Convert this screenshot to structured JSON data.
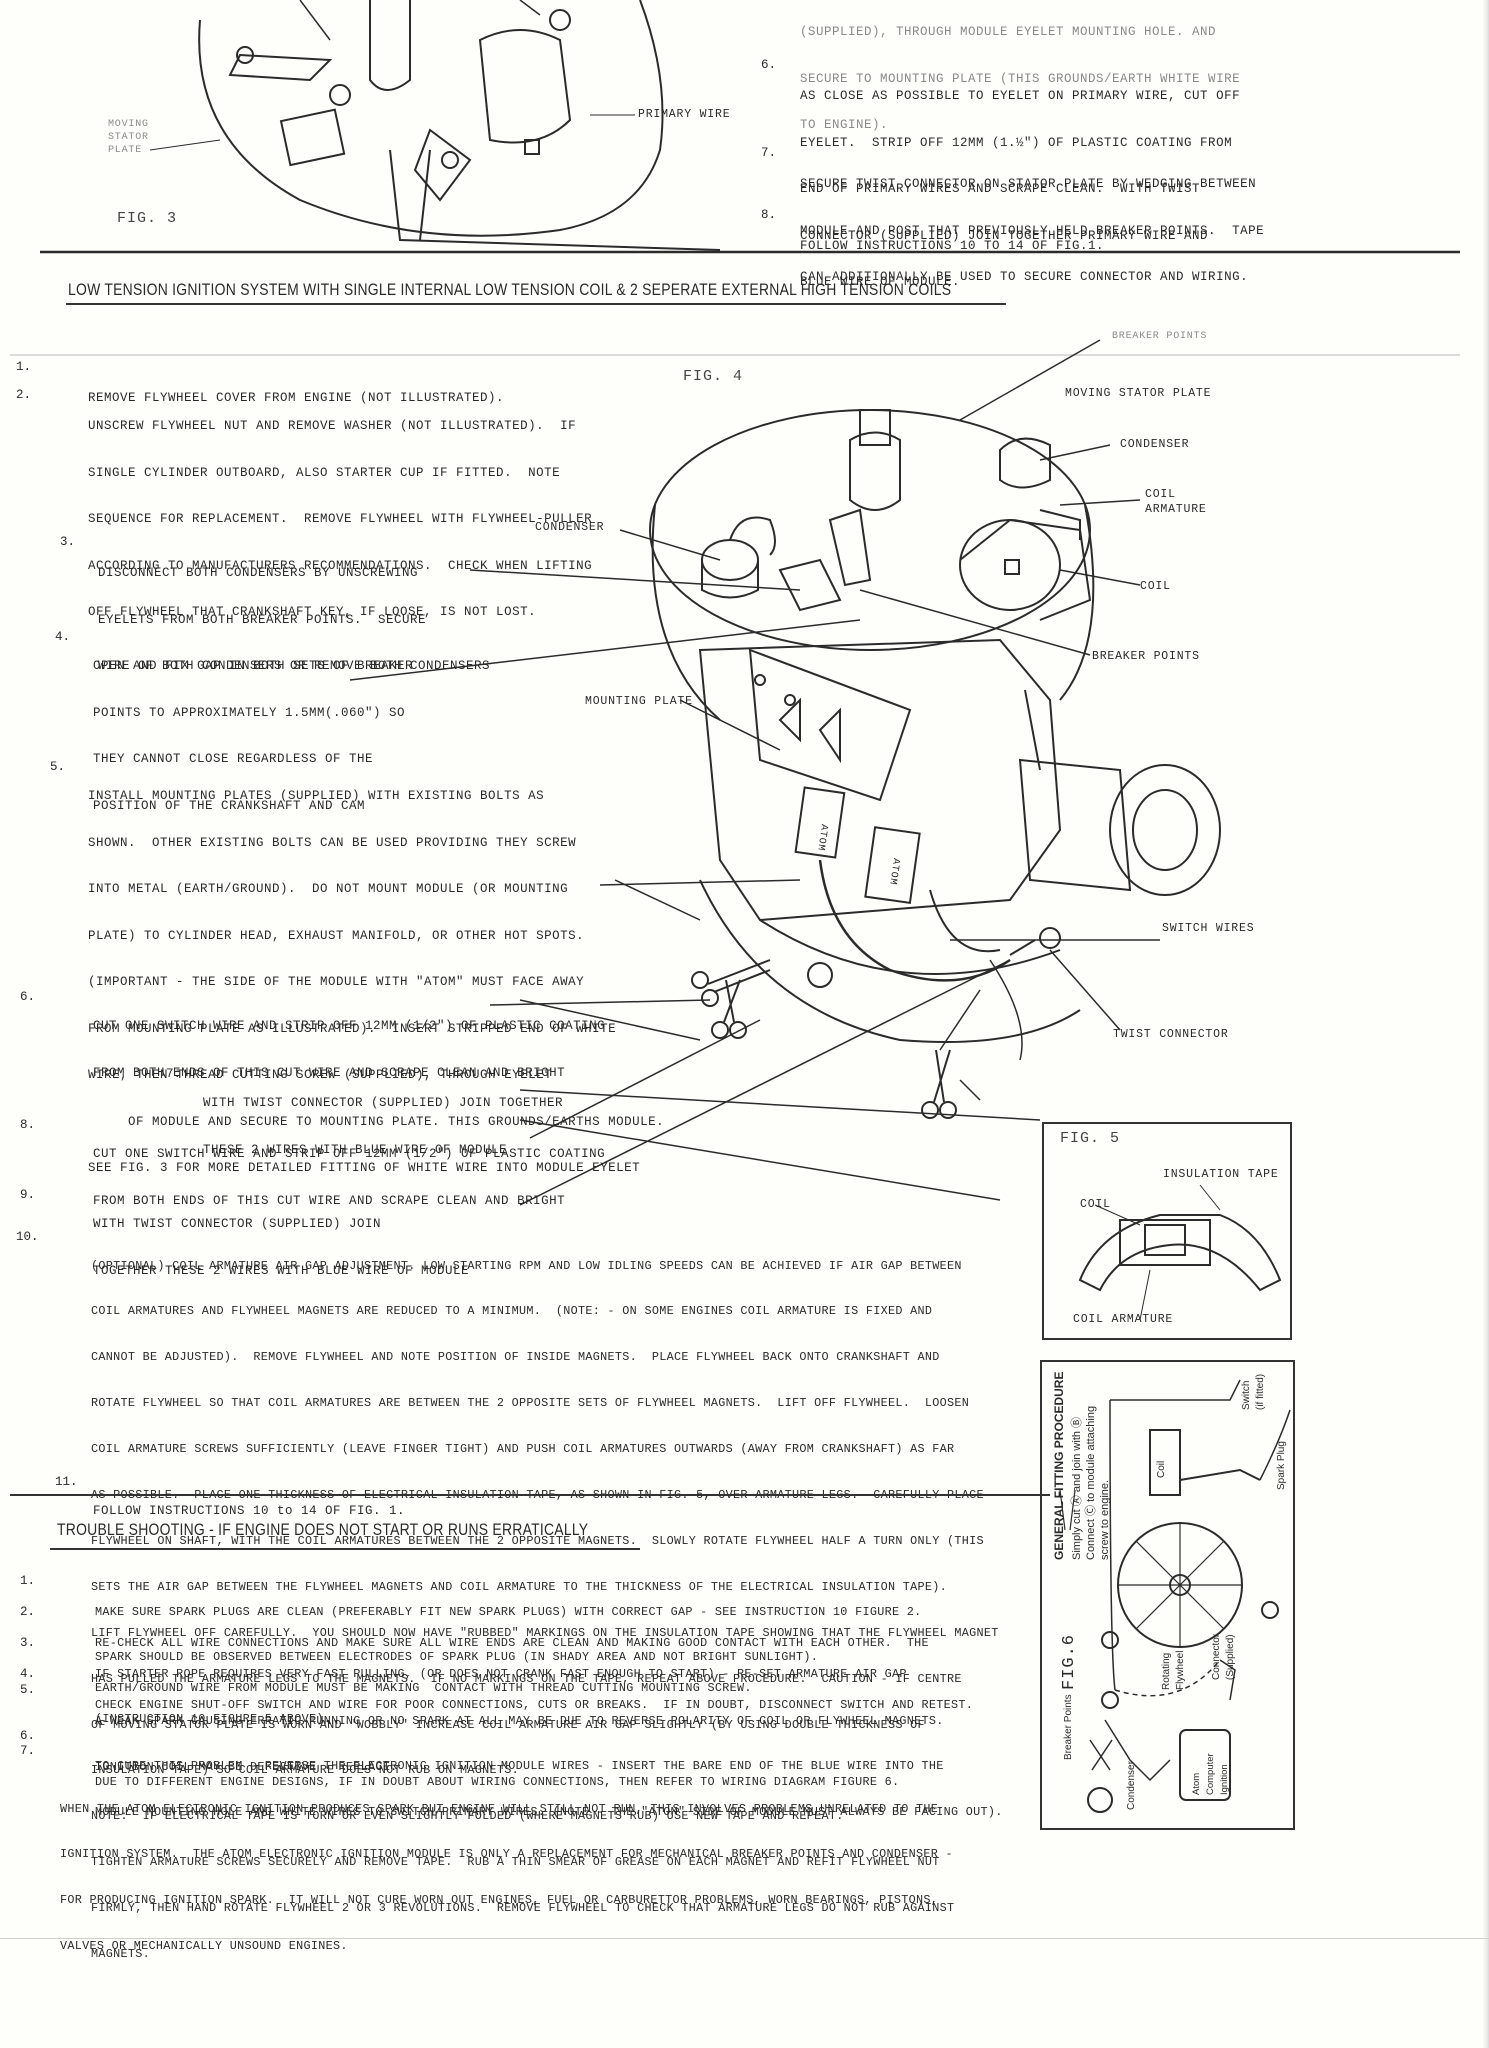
{
  "top": {
    "steps": [
      {
        "num": "",
        "lines": [
          "(SUPPLIED), THROUGH MODULE EYELET MOUNTING HOLE. AND",
          "SECURE TO MOUNTING PLATE (THIS GROUNDS/EARTH WHITE WIRE",
          "TO ENGINE)."
        ]
      },
      {
        "num": "6.",
        "lines": [
          "AS CLOSE AS POSSIBLE TO EYELET ON PRIMARY WIRE, CUT OFF",
          "EYELET.  STRIP OFF 12MM (1.½\") OF PLASTIC COATING FROM",
          "END OF PRIMARY WIRES AND SCRAPE CLEAN.  WITH TWIST",
          "CONNECTOR (SUPPLIED) JOIN TOGETHER PRIMARY WIRE AND",
          "BLUE WIRE OF MODULE."
        ]
      },
      {
        "num": "7.",
        "lines": [
          "SECURE TWIST CONNECTOR ON STATOR PLATE BY WEDGING BETWEEN",
          "MODULE AND POST THAT PREVIOUSLY HELD BREAKER POINTS.  TAPE",
          "CAN ADDITIONALLY BE USED TO SECURE CONNECTOR AND WIRING."
        ]
      },
      {
        "num": "8.",
        "lines": [
          "FOLLOW INSTRUCTIONS 10 TO 14 OF FIG.1."
        ]
      }
    ],
    "fig3": {
      "caption": "FIG. 3",
      "moving_stator": "MOVING\nSTATOR\nPLATE",
      "primary_wire": "PRIMARY WIRE"
    }
  },
  "section1": {
    "heading": "LOW TENSION IGNITION SYSTEM WITH SINGLE INTERNAL LOW TENSION COIL & 2 SEPERATE EXTERNAL HIGH TENSION COILS",
    "steps": [
      {
        "num": "1.",
        "lines": [
          "REMOVE FLYWHEEL COVER FROM ENGINE (NOT ILLUSTRATED)."
        ]
      },
      {
        "num": "2.",
        "lines": [
          "UNSCREW FLYWHEEL NUT AND REMOVE WASHER (NOT ILLUSTRATED).  IF",
          "SINGLE CYLINDER OUTBOARD, ALSO STARTER CUP IF FITTED.  NOTE",
          "SEQUENCE FOR REPLACEMENT.  REMOVE FLYWHEEL WITH FLYWHEEL-PULLER",
          "ACCORDING TO MANUFACTURERS RECOMMENDATIONS.  CHECK WHEN LIFTING",
          "OFF FLYWHEEL THAT CRANKSHAFT KEY, IF LOOSE, IS NOT LOST."
        ]
      },
      {
        "num": "3.",
        "lines": [
          "DISCONNECT BOTH CONDENSERS BY UNSCREWING",
          "EYELETS FROM BOTH BREAKER POINTS.  SECURE",
          "WIRE OF BOTH CONDENSERS OR REMOVE BOTH CONDENSERS"
        ]
      },
      {
        "num": "4.",
        "lines": [
          "OPEN AND FIX GAP IN BOTH SETS OF BREAKER",
          "POINTS TO APPROXIMATELY 1.5MM(.060\") SO",
          "THEY CANNOT CLOSE REGARDLESS OF THE",
          "POSITION OF THE CRANKSHAFT AND CAM"
        ]
      },
      {
        "num": "5.",
        "lines": [
          "INSTALL MOUNTING PLATES (SUPPLIED) WITH EXISTING BOLTS AS",
          "SHOWN.  OTHER EXISTING BOLTS CAN BE USED PROVIDING THEY SCREW",
          "INTO METAL (EARTH/GROUND).  DO NOT MOUNT MODULE (OR MOUNTING",
          "PLATE) TO CYLINDER HEAD, EXHAUST MANIFOLD, OR OTHER HOT SPOTS.",
          "(IMPORTANT - THE SIDE OF THE MODULE WITH \"ATOM\" MUST FACE AWAY",
          "FROM MOUNTING PLATE AS ILLUSTRATED).  INSERT STRIPPED END OF WHITE",
          "WIRE, THEN THREAD CUTTING SCREW (SUPPLIED), THROUGH EYELET",
          "     OF MODULE AND SECURE TO MOUNTING PLATE. THIS GROUNDS/EARTHS MODULE.",
          "SEE FIG. 3 FOR MORE DETAILED FITTING OF WHITE WIRE INTO MODULE EYELET"
        ]
      },
      {
        "num": "6.",
        "lines": [
          "CUT ONE SWITCH WIRE AND STRIP OFF 12MM (1/2\") OF PLASTIC COATING",
          "FROM BOTH ENDS OF THIS CUT WIRE AND SCRAPE CLEAN AND BRIGHT"
        ]
      },
      {
        "num": "7.",
        "lines": [
          "WITH TWIST CONNECTOR (SUPPLIED) JOIN TOGETHER",
          "THESE 2 WIRES WITH BLUE WIRE OF MODULE"
        ]
      },
      {
        "num": "8.",
        "lines": [
          "CUT ONE SWITCH WIRE AND STRIP OFF 12MM (1/2\") OF PLASTIC COATING",
          "FROM BOTH ENDS OF THIS CUT WIRE AND SCRAPE CLEAN AND BRIGHT"
        ]
      },
      {
        "num": "9.",
        "lines": [
          "WITH TWIST CONNECTOR (SUPPLIED) JOIN",
          "TOGETHER THESE 2 WIRES WITH BLUE WIRE OF MODULE"
        ]
      },
      {
        "num": "10.",
        "lines": [
          "(OPTIONAL) COIL ARMATURE AIR GAP ADJUSTMENT. LOW STARTING RPM AND LOW IDLING SPEEDS CAN BE ACHIEVED IF AIR GAP BETWEEN",
          "COIL ARMATURES AND FLYWHEEL MAGNETS ARE REDUCED TO A MINIMUM.  (NOTE: - ON SOME ENGINES COIL ARMATURE IS FIXED AND",
          "CANNOT BE ADJUSTED).  REMOVE FLYWHEEL AND NOTE POSITION OF INSIDE MAGNETS.  PLACE FLYWHEEL BACK ONTO CRANKSHAFT AND",
          "ROTATE FLYWHEEL SO THAT COIL ARMATURES ARE BETWEEN THE 2 OPPOSITE SETS OF FLYWHEEL MAGNETS.  LIFT OFF FLYWHEEL.  LOOSEN",
          "COIL ARMATURE SCREWS SUFFICIENTLY (LEAVE FINGER TIGHT) AND PUSH COIL ARMATURES OUTWARDS (AWAY FROM CRANKSHAFT) AS FAR",
          "AS POSSIBLE.  PLACE ONE THICKNESS OF ELECTRICAL INSULATION TAPE, AS SHOWN IN FIG. 5, OVER ARMATURE LEGS.  CAREFULLY PLACE",
          "FLYWHEEL ON SHAFT, WITH THE COIL ARMATURES BETWEEN THE 2 OPPOSITE MAGNETS.  SLOWLY ROTATE FLYWHEEL HALF A TURN ONLY (THIS",
          "SETS THE AIR GAP BETWEEN THE FLYWHEEL MAGNETS AND COIL ARMATURE TO THE THICKNESS OF THE ELECTRICAL INSULATION TAPE).",
          "LIFT FLYWHEEL OFF CAREFULLY.  YOU SHOULD NOW HAVE \"RUBBED\" MARKINGS ON THE INSULATION TAPE SHOWING THAT THE FLYWHEEL MAGNET",
          "HAS PULLED THE ARMATURE LEGS TO THE MAGNETS.  IF NO MARKINGS ON THE TAPE, REPEAT ABOVE PROCEDURE.  CAUTION - IF CENTRE",
          "OF MOVING STATOR PLATE IS WORN AND \"WOBBLY\" INCREASE COIL ARMATURE AIR GAP SLIGHTLY (BY USING DOUBLE THICKNESS OF",
          "INSULATION TAPE) SO COIL ARMATURE DOES NOT RUB ON MAGNETS.",
          "NOTE:  IF ELECTRICAL TAPE IS TORN OR EVEN SLIGHTLY FOLDED (WHERE MAGNETS RUB) USE NEW TAPE AND REPEAT.",
          "TIGHTEN ARMATURE SCREWS SECURELY AND REMOVE TAPE.  RUB A THIN SMEAR OF GREASE ON EACH MAGNET AND REFIT FLYWHEEL NUT",
          "FIRMLY, THEN HAND ROTATE FLYWHEEL 2 OR 3 REVOLUTIONS.  REMOVE FLYWHEEL TO CHECK THAT ARMATURE LEGS DO NOT RUB AGAINST",
          "MAGNETS."
        ]
      },
      {
        "num": "11.",
        "lines": [
          "FOLLOW INSTRUCTIONS 10 to 14 OF FIG. 1."
        ]
      }
    ]
  },
  "fig4": {
    "caption": "FIG. 4",
    "labels": {
      "breaker_points_top": "BREAKER POINTS",
      "moving_stator_plate": "MOVING STATOR PLATE",
      "condenser_right": "CONDENSER",
      "coil_armature": "COIL\nARMATURE",
      "coil": "COIL",
      "condenser_left": "CONDENSER",
      "breaker_points": "BREAKER POINTS",
      "mounting_plate": "MOUNTING PLATE",
      "switch_wires": "SWITCH WIRES",
      "twist_connector": "TWIST CONNECTOR",
      "atom": "ATOM"
    }
  },
  "fig5": {
    "caption": "FIG. 5",
    "insulation_tape": "INSULATION TAPE",
    "coil": "COIL",
    "coil_armature": "COIL ARMATURE"
  },
  "fig6": {
    "caption": "FIG.6",
    "title": "GENERAL FITTING PROCEDURE",
    "instructions": "Simply cut Ⓐ and join with Ⓑ\nConnect Ⓒ to module attaching\nscrew to engine.",
    "labels": {
      "switch": "Switch\n(if fitted)",
      "spark_plug": "Spark Plug",
      "coil": "Coil",
      "rotating_flywheel": "Rotating\nFlywheel",
      "connector": "Connector\n(Supplied)",
      "breaker_points": "Breaker Points",
      "condenser": "Condenser",
      "atom": "Atom\nComputer\nIgnition"
    }
  },
  "trouble": {
    "heading": "TROUBLE SHOOTING - IF ENGINE DOES NOT START OR RUNS ERRATICALLY",
    "items": [
      {
        "num": "1.",
        "lines": [
          "MAKE SURE SPARK PLUGS ARE CLEAN (PREFERABLY FIT NEW SPARK PLUGS) WITH CORRECT GAP - SEE INSTRUCTION 10 FIGURE 2.",
          "SPARK SHOULD BE OBSERVED BETWEEN ELECTRODES OF SPARK PLUG (IN SHADY AREA AND NOT BRIGHT SUNLIGHT)."
        ]
      },
      {
        "num": "2.",
        "lines": [
          "RE-CHECK ALL WIRE CONNECTIONS AND MAKE SURE ALL WIRE ENDS ARE CLEAN AND MAKING GOOD CONTACT WITH EACH OTHER.  THE",
          "EARTH/GROUND WIRE FROM MODULE MUST BE MAKING  CONTACT WITH THREAD CUTTING MOUNTING SCREW."
        ]
      },
      {
        "num": "3.",
        "lines": [
          "IF STARTER ROPE REQUIRES VERY FAST PULLING, (OR DOES NOT CRANK FAST ENOUGH TO START) - RE-SET ARMATURE AIR GAP",
          "(INSTRUCTION 10 FIGURE 5 ABOVE)."
        ]
      },
      {
        "num": "4.",
        "lines": [
          "CHECK ENGINE SHUT-OFF SWITCH AND WIRE FOR POOR CONNECTIONS, CUTS OR BREAKS.  IF IN DOUBT, DISCONNECT SWITCH AND RETEST."
        ]
      },
      {
        "num": "5.",
        "lines": [
          "A WEAK SPARK CAUSING ERRATIC RUNNING OR NO SPARK AT ALL MAY BE DUE TO REVERSE POLARITY OF COIL OR FLYWHEEL MAGNETS.",
          "TO CURE THIS PROBLEM - REVERSE THE ELECTRONIC IGNITION MODULE WIRES - INSERT THE BARE END OF THE BLUE WIRE INTO THE",
          "MODULE MOUNTING HOLE AND WHITE WIRES TO SWITCH/PRIMARY WIRES. (NOTE - THE \"ATOM\" SIDE OF MODULE MUST ALWAYS BE FACING OUT)."
        ]
      },
      {
        "num": "6.",
        "lines": [
          "IGNITION COIL MAY BE DEFECTIVE - REPLACE."
        ]
      },
      {
        "num": "7.",
        "lines": [
          "DUE TO DIFFERENT ENGINE DESIGNS, IF IN DOUBT ABOUT WIRING CONNECTIONS, THEN REFER TO WIRING DIAGRAM FIGURE 6."
        ]
      }
    ],
    "closing": [
      "WHEN THE ATOM ELECTRONIC IGNITION PRODUCES SPARK BUT ENGINE WILL STILL NOT RUN, THIS INVOLVES PROBLEMS UNRELATED TO THE",
      "IGNITION SYSTEM.  THE ATOM ELECTRONIC IGNITION MODULE IS ONLY A REPLACEMENT FOR MECHANICAL BREAKER POINTS AND CONDENSER -",
      "FOR PRODUCING IGNITION SPARK.  IT WILL NOT CURE WORN OUT ENGINES, FUEL OR CARBURETTOR PROBLEMS, WORN BEARINGS, PISTONS,",
      "VALVES OR MECHANICALLY UNSOUND ENGINES."
    ]
  }
}
